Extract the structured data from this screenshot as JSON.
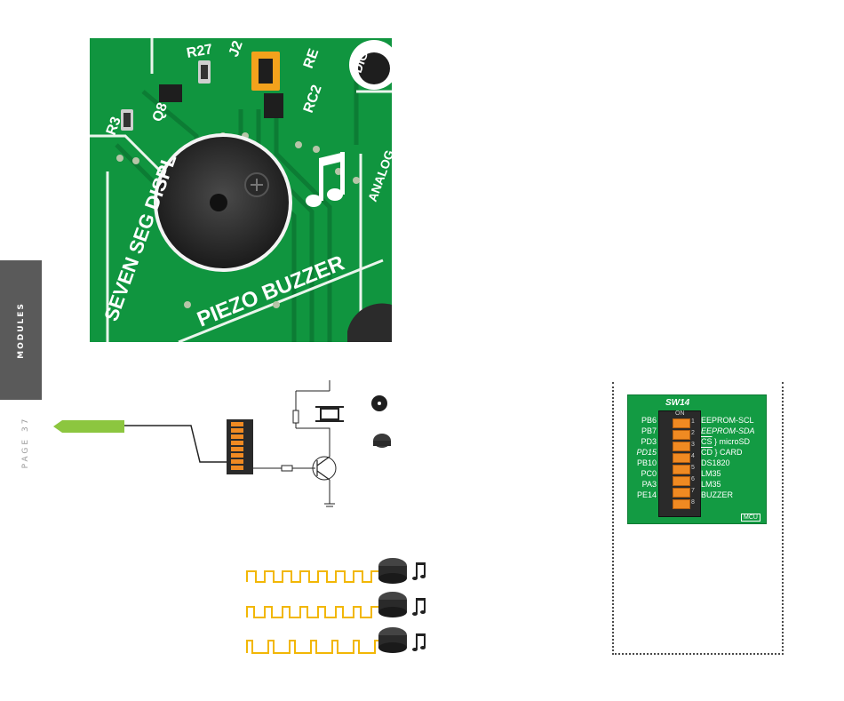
{
  "side_tab": {
    "label": "MODULES"
  },
  "page_number": "PAGE 37",
  "photo": {
    "silk_labels": [
      "R3",
      "Q8",
      "R27",
      "J2",
      "RC2",
      "RE",
      "DIG",
      "SEVEN SEG DISPL",
      "ANALOG",
      "PIEZO BUZZER"
    ]
  },
  "switch_panel": {
    "title": "SW14",
    "left_labels": [
      "PB6",
      "PB7",
      "PD3",
      "PD15",
      "PB10",
      "PC0",
      "PA3",
      "PE14"
    ],
    "right_labels": [
      "EEPROM-SCL",
      "EEPROM-SDA",
      "CS",
      "CD",
      "DS1820",
      "LM35",
      "LM35",
      "BUZZER"
    ],
    "brace_label_1": "microSD",
    "brace_label_2": "CARD",
    "mcu_tag": "MCU",
    "switch_numbers": [
      "1",
      "2",
      "3",
      "4",
      "5",
      "6",
      "7",
      "8"
    ],
    "switch_on_label": "ON"
  },
  "colors": {
    "tab_bg": "#5a5a5a",
    "pcb_green": "#139b43",
    "dip_orange": "#f08a22",
    "signal_green": "#8cc63f",
    "wave_yellow": "#f2b705"
  }
}
